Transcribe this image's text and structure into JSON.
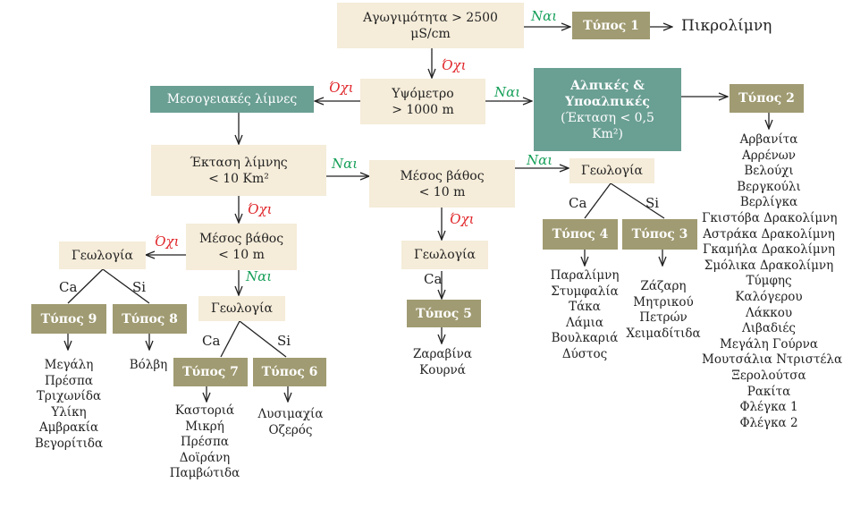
{
  "labels": {
    "yes": "Ναι",
    "no": "Όχι",
    "ca": "Ca",
    "si": "Si",
    "geology": "Γεωλογία"
  },
  "nodes": {
    "conductivity": [
      "Αγωγιμότητα > 2500",
      "μS/cm"
    ],
    "altitude": [
      "Υψόμετρο",
      "> 1000 m"
    ],
    "area": [
      "Έκταση λίμνης",
      "< 10 Km²"
    ],
    "depth_left": [
      "Μέσος βάθος",
      "< 10 m"
    ],
    "depth_mid": [
      "Μέσος βάθος",
      "< 10 m"
    ],
    "mediterranean": "Μεσογειακές λίμνες",
    "alpine": {
      "title": [
        "Αλπικές &",
        "Υποαλπικές"
      ],
      "sub": [
        "(Έκταση < 0,5",
        "Km²)"
      ]
    }
  },
  "types": {
    "t1": "Τύπος 1",
    "t2": "Τύπος 2",
    "t3": "Τύπος 3",
    "t4": "Τύπος 4",
    "t5": "Τύπος 5",
    "t6": "Τύπος 6",
    "t7": "Τύπος 7",
    "t8": "Τύπος 8",
    "t9": "Τύπος 9"
  },
  "results": {
    "t1": "Πικρολίμνη",
    "t2": [
      "Αρβανίτα",
      "Αρρένων",
      "Βελούχι",
      "Βεργκούλι",
      "Βερλίγκα",
      "Γκιστόβα Δρακολίμνη",
      "Αστράκα Δρακολίμνη",
      "Γκαμήλα Δρακολίμνη",
      "Σμόλικα Δρακολίμνη",
      "Τύμφης",
      "Καλόγερου",
      "Λάκκου",
      "Λιβαδιές",
      "Μεγάλη Γούρνα",
      "Μουτσάλια Ντριστέλα",
      "Ξερολούτσα",
      "Ρακίτα",
      "Φλέγκα 1",
      "Φλέγκα 2"
    ],
    "t3": [
      "Ζάζαρη",
      "Μητρικού",
      "Πετρών",
      "Χειμαδίτιδα"
    ],
    "t4": [
      "Παραλίμνη",
      "Στυμφαλία",
      "Τάκα",
      "Λάμια",
      "Βουλκαριά",
      "Δύστος"
    ],
    "t5": [
      "Ζαραβίνα",
      "Κουρνά"
    ],
    "t6": [
      "Λυσιμαχία",
      "Οζερός"
    ],
    "t7": [
      "Καστοριά",
      "Μικρή",
      "Πρέσπα",
      "Δοϊράνη",
      "Παμβώτιδα"
    ],
    "t8": [
      "Βόλβη"
    ],
    "t9": [
      "Μεγάλη",
      "Πρέσπα",
      "Τριχωνίδα",
      "Υλίκη",
      "Αμβρακία",
      "Βεγορίτιδα"
    ]
  },
  "colors": {
    "question": "#f5ecd9",
    "type": "#a09b72",
    "category": "#6a9f93",
    "yes": "#17a05a",
    "no": "#e0262a"
  }
}
